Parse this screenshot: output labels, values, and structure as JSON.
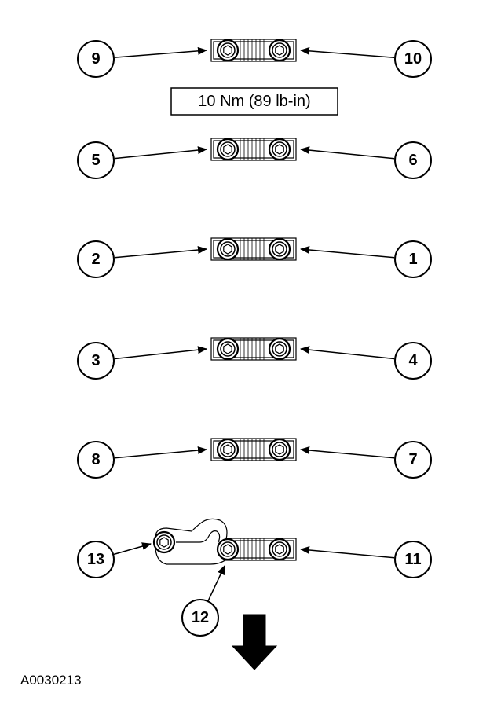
{
  "torque_spec": "10 Nm (89 lb-in)",
  "figure_id": "A0030213",
  "callouts": [
    "1",
    "2",
    "3",
    "4",
    "5",
    "6",
    "7",
    "8",
    "9",
    "10",
    "11",
    "12",
    "13"
  ]
}
